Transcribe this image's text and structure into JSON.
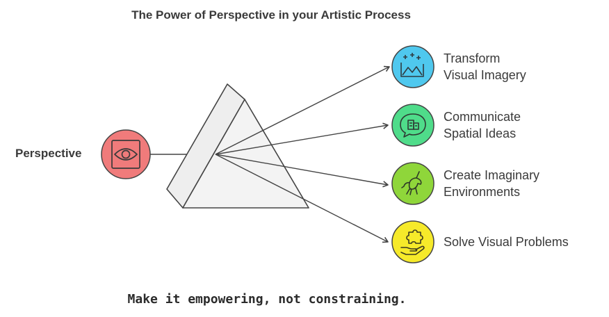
{
  "title": "The Power of Perspective in your Artistic Process",
  "source": {
    "label": "Perspective",
    "icon": "eye-icon",
    "color": "#f07b7b"
  },
  "outputs": [
    {
      "label_line1": "Transform",
      "label_line2": "Visual Imagery",
      "icon": "image-sparkle-icon",
      "color": "#4fc8ee"
    },
    {
      "label_line1": "Communicate",
      "label_line2": "Spatial Ideas",
      "icon": "speech-bubble-blocks-icon",
      "color": "#4fdc8a"
    },
    {
      "label_line1": "Create Imaginary",
      "label_line2": "Environments",
      "icon": "unicorn-icon",
      "color": "#8fd63a"
    },
    {
      "label_line1": "Solve Visual Problems",
      "label_line2": "",
      "icon": "puzzle-hand-icon",
      "color": "#f6ea2a"
    }
  ],
  "tagline": "Make it empowering, not constraining."
}
